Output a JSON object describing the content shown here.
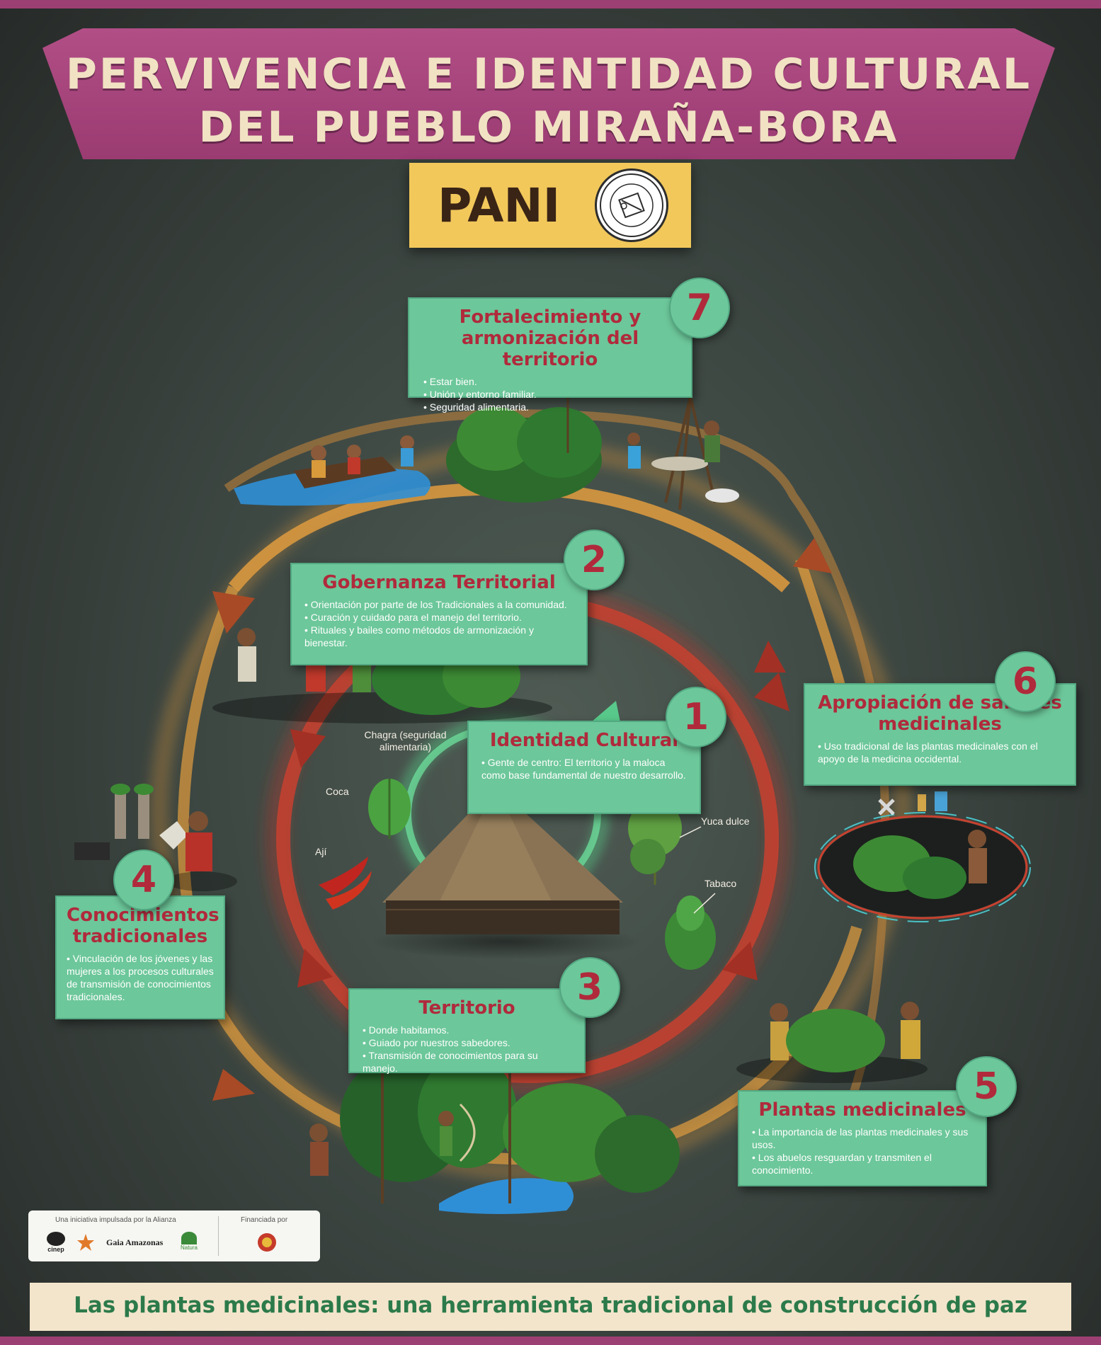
{
  "title": {
    "line1": "PERVIVENCIA E IDENTIDAD CULTURAL",
    "line2": "DEL PUEBLO MIRAÑA-BORA"
  },
  "pani": {
    "label": "PANI"
  },
  "cards": [
    {
      "number": "1",
      "title": "Identidad Cultural",
      "bullets": [
        "Gente de centro: El territorio y la maloca como base fundamental de nuestro desarrollo."
      ]
    },
    {
      "number": "2",
      "title": "Gobernanza Territorial",
      "bullets": [
        "Orientación por parte de los Tradicionales a la comunidad.",
        "Curación y cuidado para el manejo del territorio.",
        "Rituales y bailes como métodos de armonización y bienestar."
      ]
    },
    {
      "number": "3",
      "title": "Territorio",
      "bullets": [
        "Donde habitamos.",
        "Guiado por nuestros sabedores.",
        "Transmisión de conocimientos para su manejo."
      ]
    },
    {
      "number": "4",
      "title": "Conocimientos tradicionales",
      "bullets": [
        "Vinculación de los jóvenes y las mujeres a los procesos culturales de transmisión de conocimientos tradicionales."
      ]
    },
    {
      "number": "5",
      "title": "Plantas medicinales",
      "bullets": [
        "La importancia de las plantas medicinales y sus usos.",
        "Los abuelos resguardan y transmiten el conocimiento."
      ]
    },
    {
      "number": "6",
      "title": "Apropiación de saberes medicinales",
      "bullets": [
        "Uso tradicional de las plantas medicinales con el apoyo de la medicina occidental."
      ]
    },
    {
      "number": "7",
      "title": "Fortalecimiento y armonización del territorio",
      "bullets": [
        "Estar bien.",
        "Unión y entorno familiar.",
        "Seguridad alimentaria."
      ]
    }
  ],
  "plant_labels": {
    "chagra": "Chagra (seguridad alimentaria)",
    "coca": "Coca",
    "aji": "Ají",
    "yuca": "Yuca dulce",
    "tabaco": "Tabaco"
  },
  "sponsors": {
    "alliance_caption": "Una iniciativa impulsada por la Alianza",
    "funded_caption": "Financiada por",
    "cinep": "cinep",
    "gaia": "Gaia Amazonas",
    "natura": "Natura"
  },
  "footer": {
    "text": "Las plantas medicinales: una herramienta tradicional de construcción de paz"
  },
  "colors": {
    "banner": "#a3437a",
    "card": "#6cc79a",
    "card_title": "#b02a3c",
    "pani_box": "#f2c85b",
    "outer_ring": "#d6913a",
    "inner_ring": "#c3332a",
    "center_ring": "#58d68d"
  }
}
